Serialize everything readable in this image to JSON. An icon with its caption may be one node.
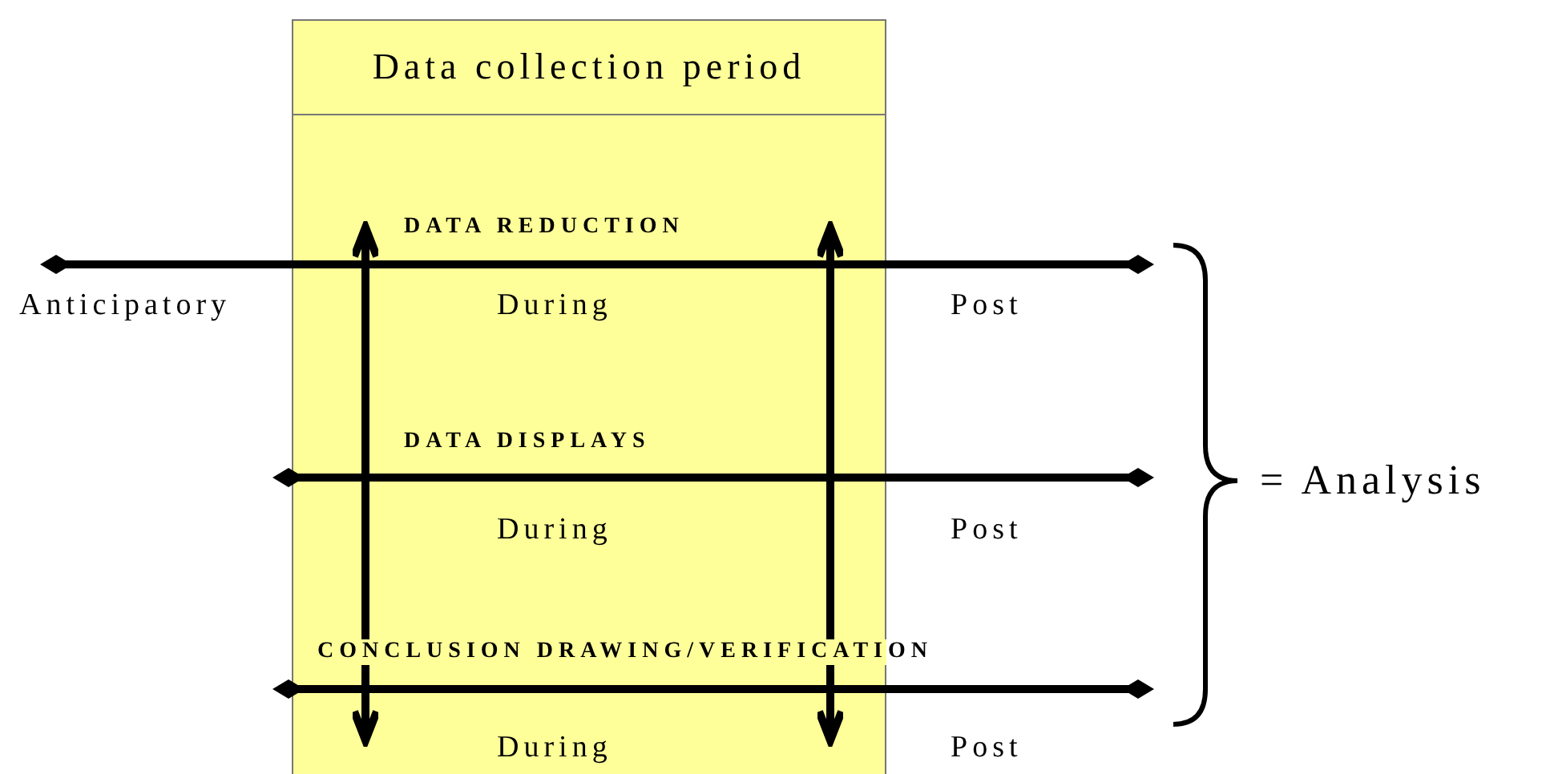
{
  "diagram": {
    "nodes": [
      {
        "text": [
          "Data collection period"
        ]
      }
    ],
    "edges": [],
    "labels": [
      "DATA REDUCTION",
      "Anticipatory",
      "During",
      "Post",
      "DATA DISPLAYS",
      "During",
      "Post",
      "CONCLUSION DRAWING/VERIFICATION",
      "During",
      "Post",
      "= Analysis"
    ]
  }
}
